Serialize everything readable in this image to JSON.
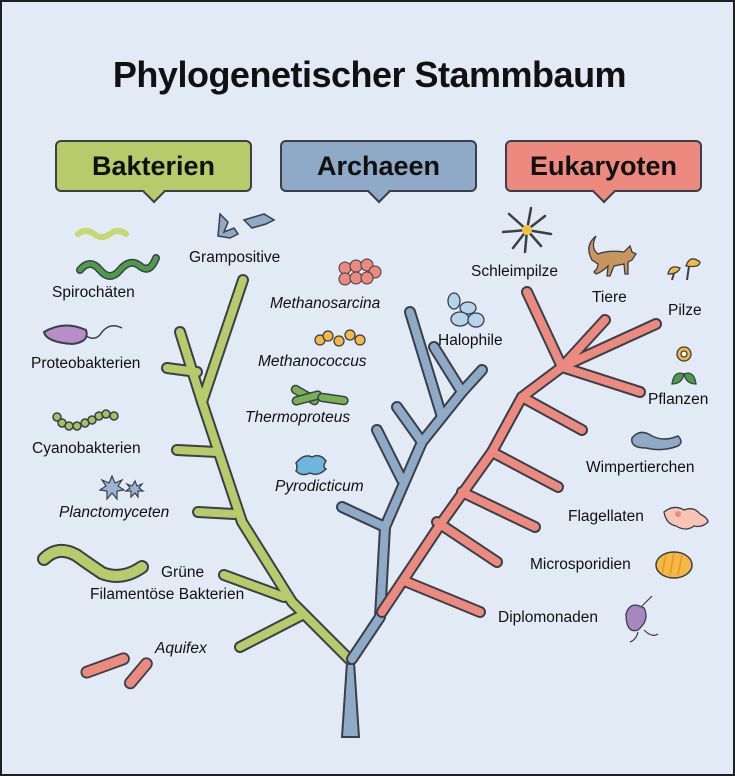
{
  "title": "Phylogenetischer Stammbaum",
  "colors": {
    "background": "#e2eaf5",
    "bakterien": "#b8cb6a",
    "archaeen": "#8eaac6",
    "eukaryoten": "#ec8a80",
    "outline": "#3a3f48"
  },
  "domains": {
    "bakterien": {
      "label": "Bakterien"
    },
    "archaeen": {
      "label": "Archaeen"
    },
    "eukaryoten": {
      "label": "Eukaryoten"
    }
  },
  "bakterien": {
    "grampositive": {
      "label": "Grampositive",
      "icon": "grampositive-bacteria-icon"
    },
    "spirochaeten": {
      "label": "Spirochäten",
      "icon": "spirochete-icon"
    },
    "proteobakterien": {
      "label": "Proteobakterien",
      "icon": "proteobacterium-icon"
    },
    "cyanobakterien": {
      "label": "Cyanobakterien",
      "icon": "cyanobacteria-chain-icon"
    },
    "planctomyceten": {
      "label": "Planctomyceten",
      "icon": "star-cell-icon"
    },
    "gruene_line1": {
      "label": "Grüne"
    },
    "gruene_line2": {
      "label": "Filamentöse Bakterien",
      "icon": "filament-icon"
    },
    "aquifex": {
      "label": "Aquifex",
      "icon": "rod-bacteria-icon"
    }
  },
  "archaeen": {
    "methanosarcina": {
      "label": "Methanosarcina",
      "icon": "cell-cluster-icon"
    },
    "methanococcus": {
      "label": "Methanococcus",
      "icon": "cocci-icon"
    },
    "thermoproteus": {
      "label": "Thermoproteus",
      "icon": "rod-cells-icon"
    },
    "pyrodicticum": {
      "label": "Pyrodicticum",
      "icon": "disc-cell-icon"
    },
    "halophile": {
      "label": "Halophile",
      "icon": "halophile-cells-icon"
    }
  },
  "eukaryoten": {
    "schleimpilze": {
      "label": "Schleimpilze",
      "icon": "slime-mold-icon"
    },
    "tiere": {
      "label": "Tiere",
      "icon": "cat-icon"
    },
    "pilze": {
      "label": "Pilze",
      "icon": "mushroom-icon"
    },
    "pflanzen": {
      "label": "Pflanzen",
      "icon": "flower-icon"
    },
    "wimpertierchen": {
      "label": "Wimpertierchen",
      "icon": "ciliate-icon"
    },
    "flagellaten": {
      "label": "Flagellaten",
      "icon": "amoeba-icon"
    },
    "microsporidien": {
      "label": "Microsporidien",
      "icon": "spore-icon"
    },
    "diplomonaden": {
      "label": "Diplomonaden",
      "icon": "diplomonad-icon"
    }
  }
}
